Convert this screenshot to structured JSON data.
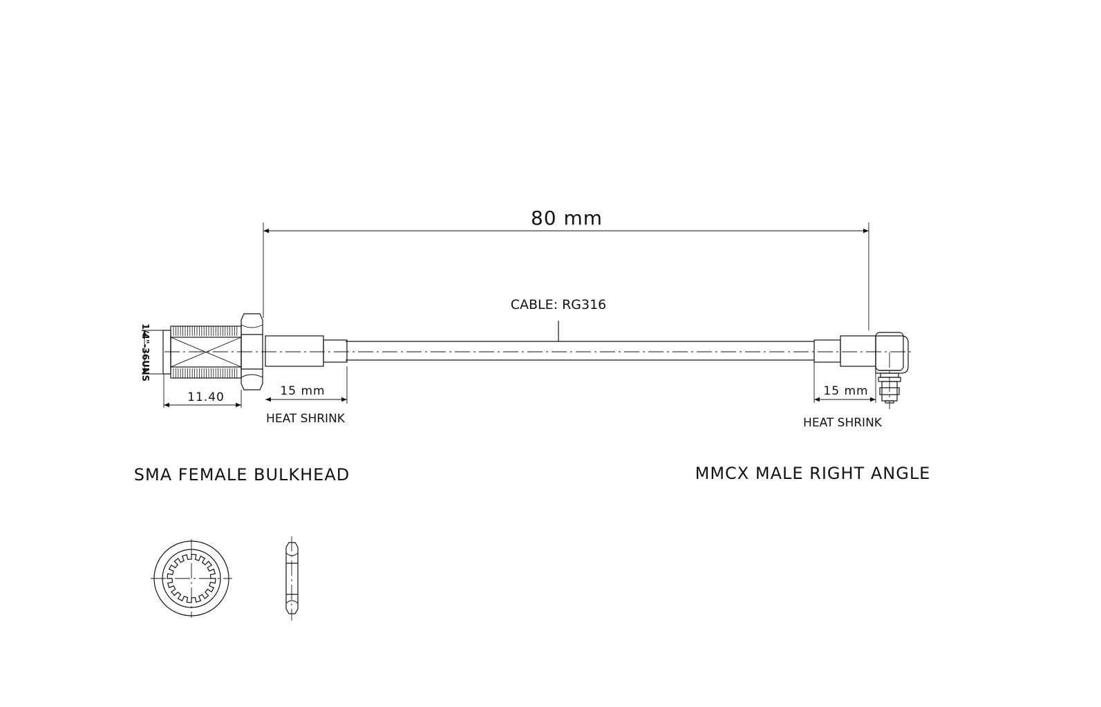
{
  "overall_length": "80  mm",
  "cable_label": "CABLE: RG316",
  "thread_spec": "1/4\"-36UNS",
  "left_body_length": "11.40",
  "left_heat_shrink_length": "15 mm",
  "left_heat_shrink_label": "HEAT SHRINK",
  "right_heat_shrink_length": "15 mm",
  "right_heat_shrink_label": "HEAT SHRINK",
  "left_connector": "SMA FEMALE BULKHEAD",
  "right_connector": "MMCX MALE RIGHT ANGLE",
  "colors": {
    "line": "#111111",
    "background": "#ffffff"
  }
}
